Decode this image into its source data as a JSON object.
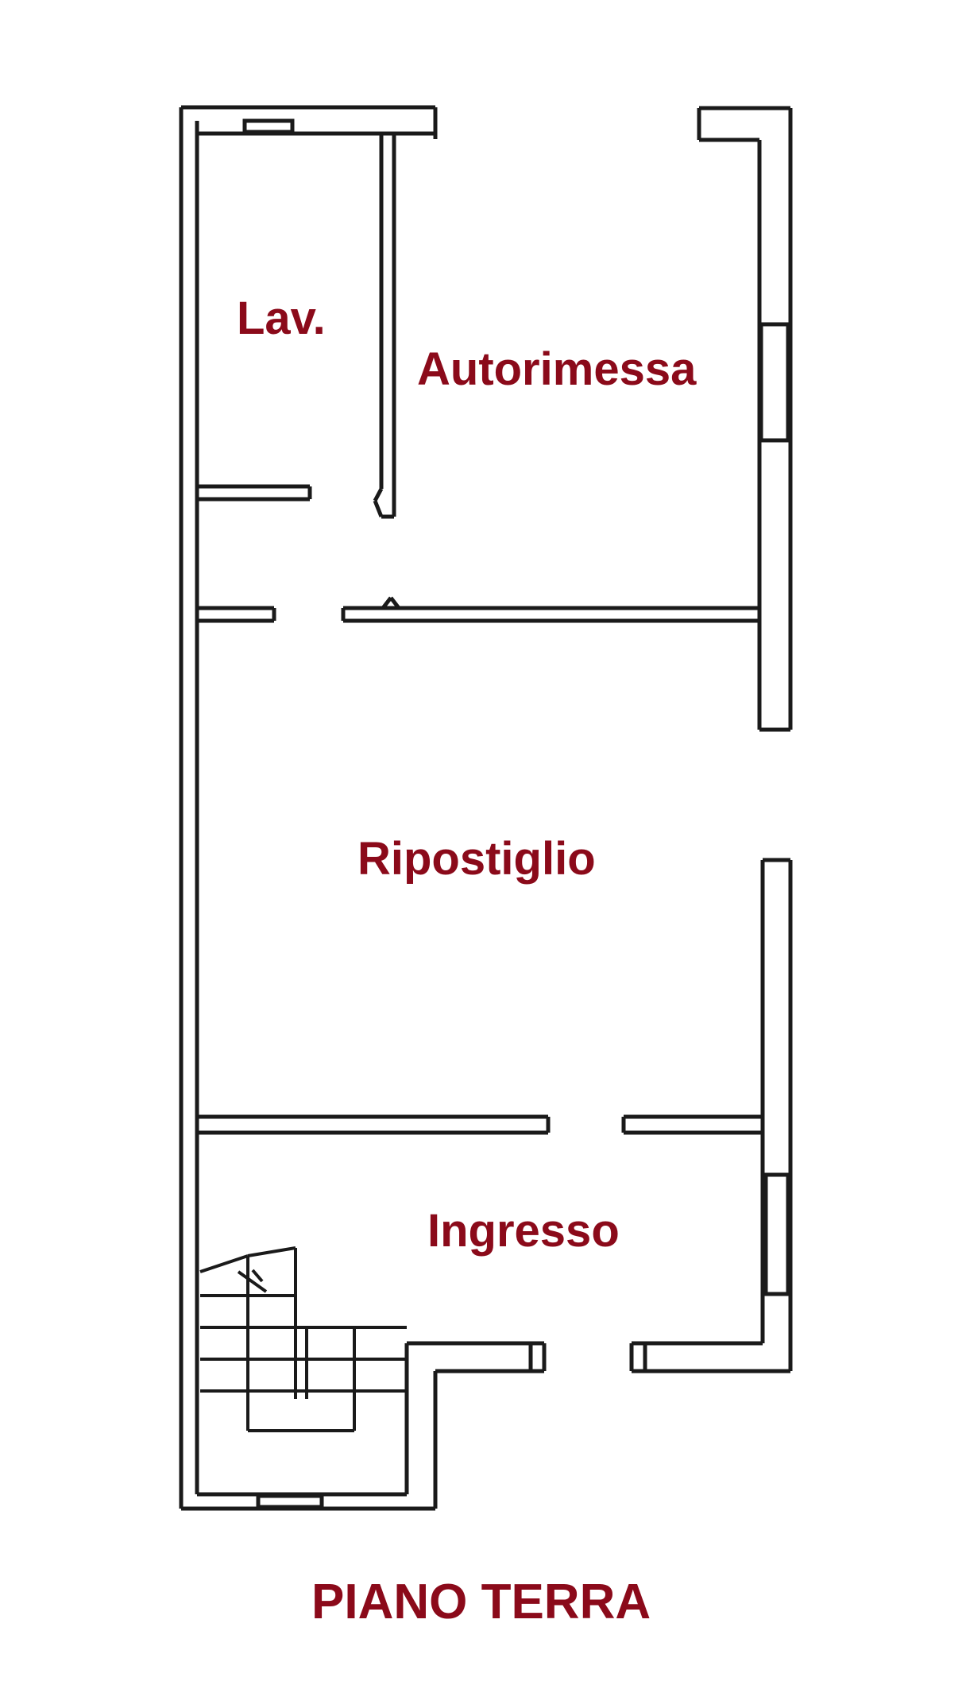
{
  "colors": {
    "wall_stroke": "#1a1a1a",
    "label": "#8b0a1a",
    "background": "#ffffff"
  },
  "rooms": {
    "lavanderia": "Lav.",
    "autorimessa": "Autorimessa",
    "ripostiglio": "Ripostiglio",
    "ingresso": "Ingresso"
  },
  "plan_title": "PIANO TERRA"
}
